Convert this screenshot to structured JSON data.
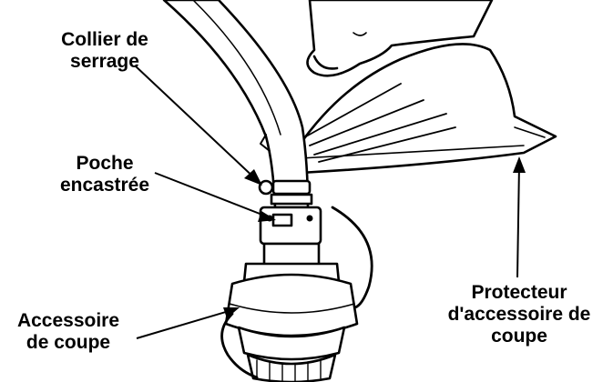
{
  "labels": {
    "clamp": [
      "Collier de",
      "serrage"
    ],
    "pocket": [
      "Poche",
      "encastrée"
    ],
    "attachment": [
      "Accessoire",
      "de coupe"
    ],
    "guard": [
      "Protecteur",
      "d'accessoire de",
      "coupe"
    ]
  },
  "colors": {
    "ink": "#000000",
    "fill": "#ffffff"
  }
}
